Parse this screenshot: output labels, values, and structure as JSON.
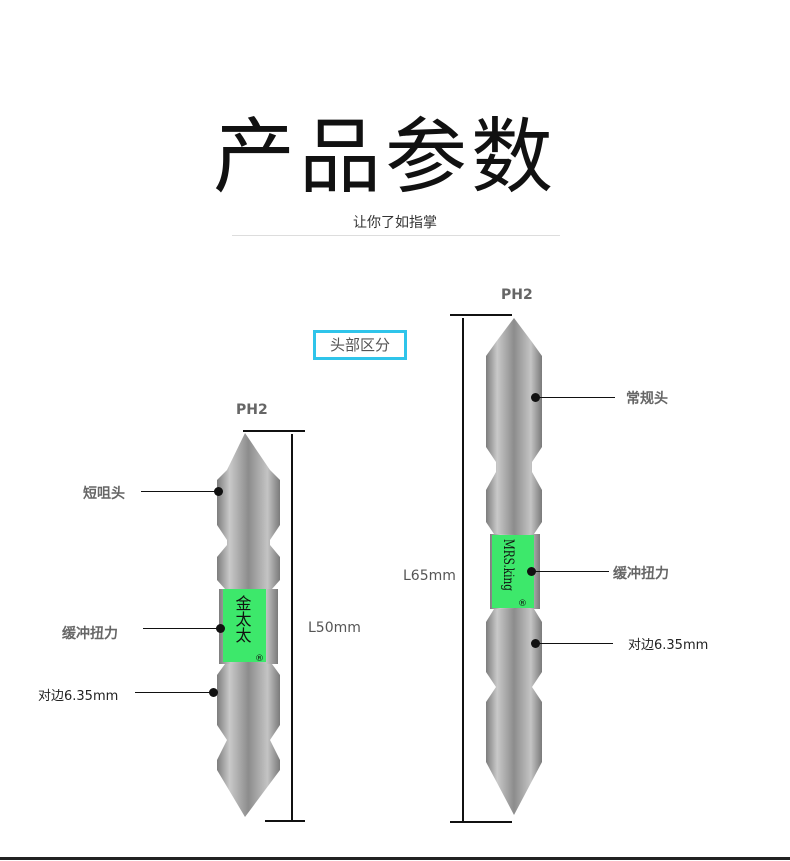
{
  "header": {
    "title": "产品参数",
    "subtitle": "让你了如指掌"
  },
  "section_tag": "头部区分",
  "short_bit": {
    "tip": "PH2",
    "length": "L50mm",
    "callouts": [
      "短咀头",
      "缓冲扭力",
      "对边6.35mm"
    ],
    "band_text": "金太太",
    "band_mark": "®",
    "band_color": "#3de86b"
  },
  "long_bit": {
    "tip": "PH2",
    "length": "L65mm",
    "callouts": [
      "常规头",
      "缓冲扭力",
      "对边6.35mm"
    ],
    "band_text": "MRS.king",
    "band_mark": "®",
    "band_color": "#3de86b"
  }
}
